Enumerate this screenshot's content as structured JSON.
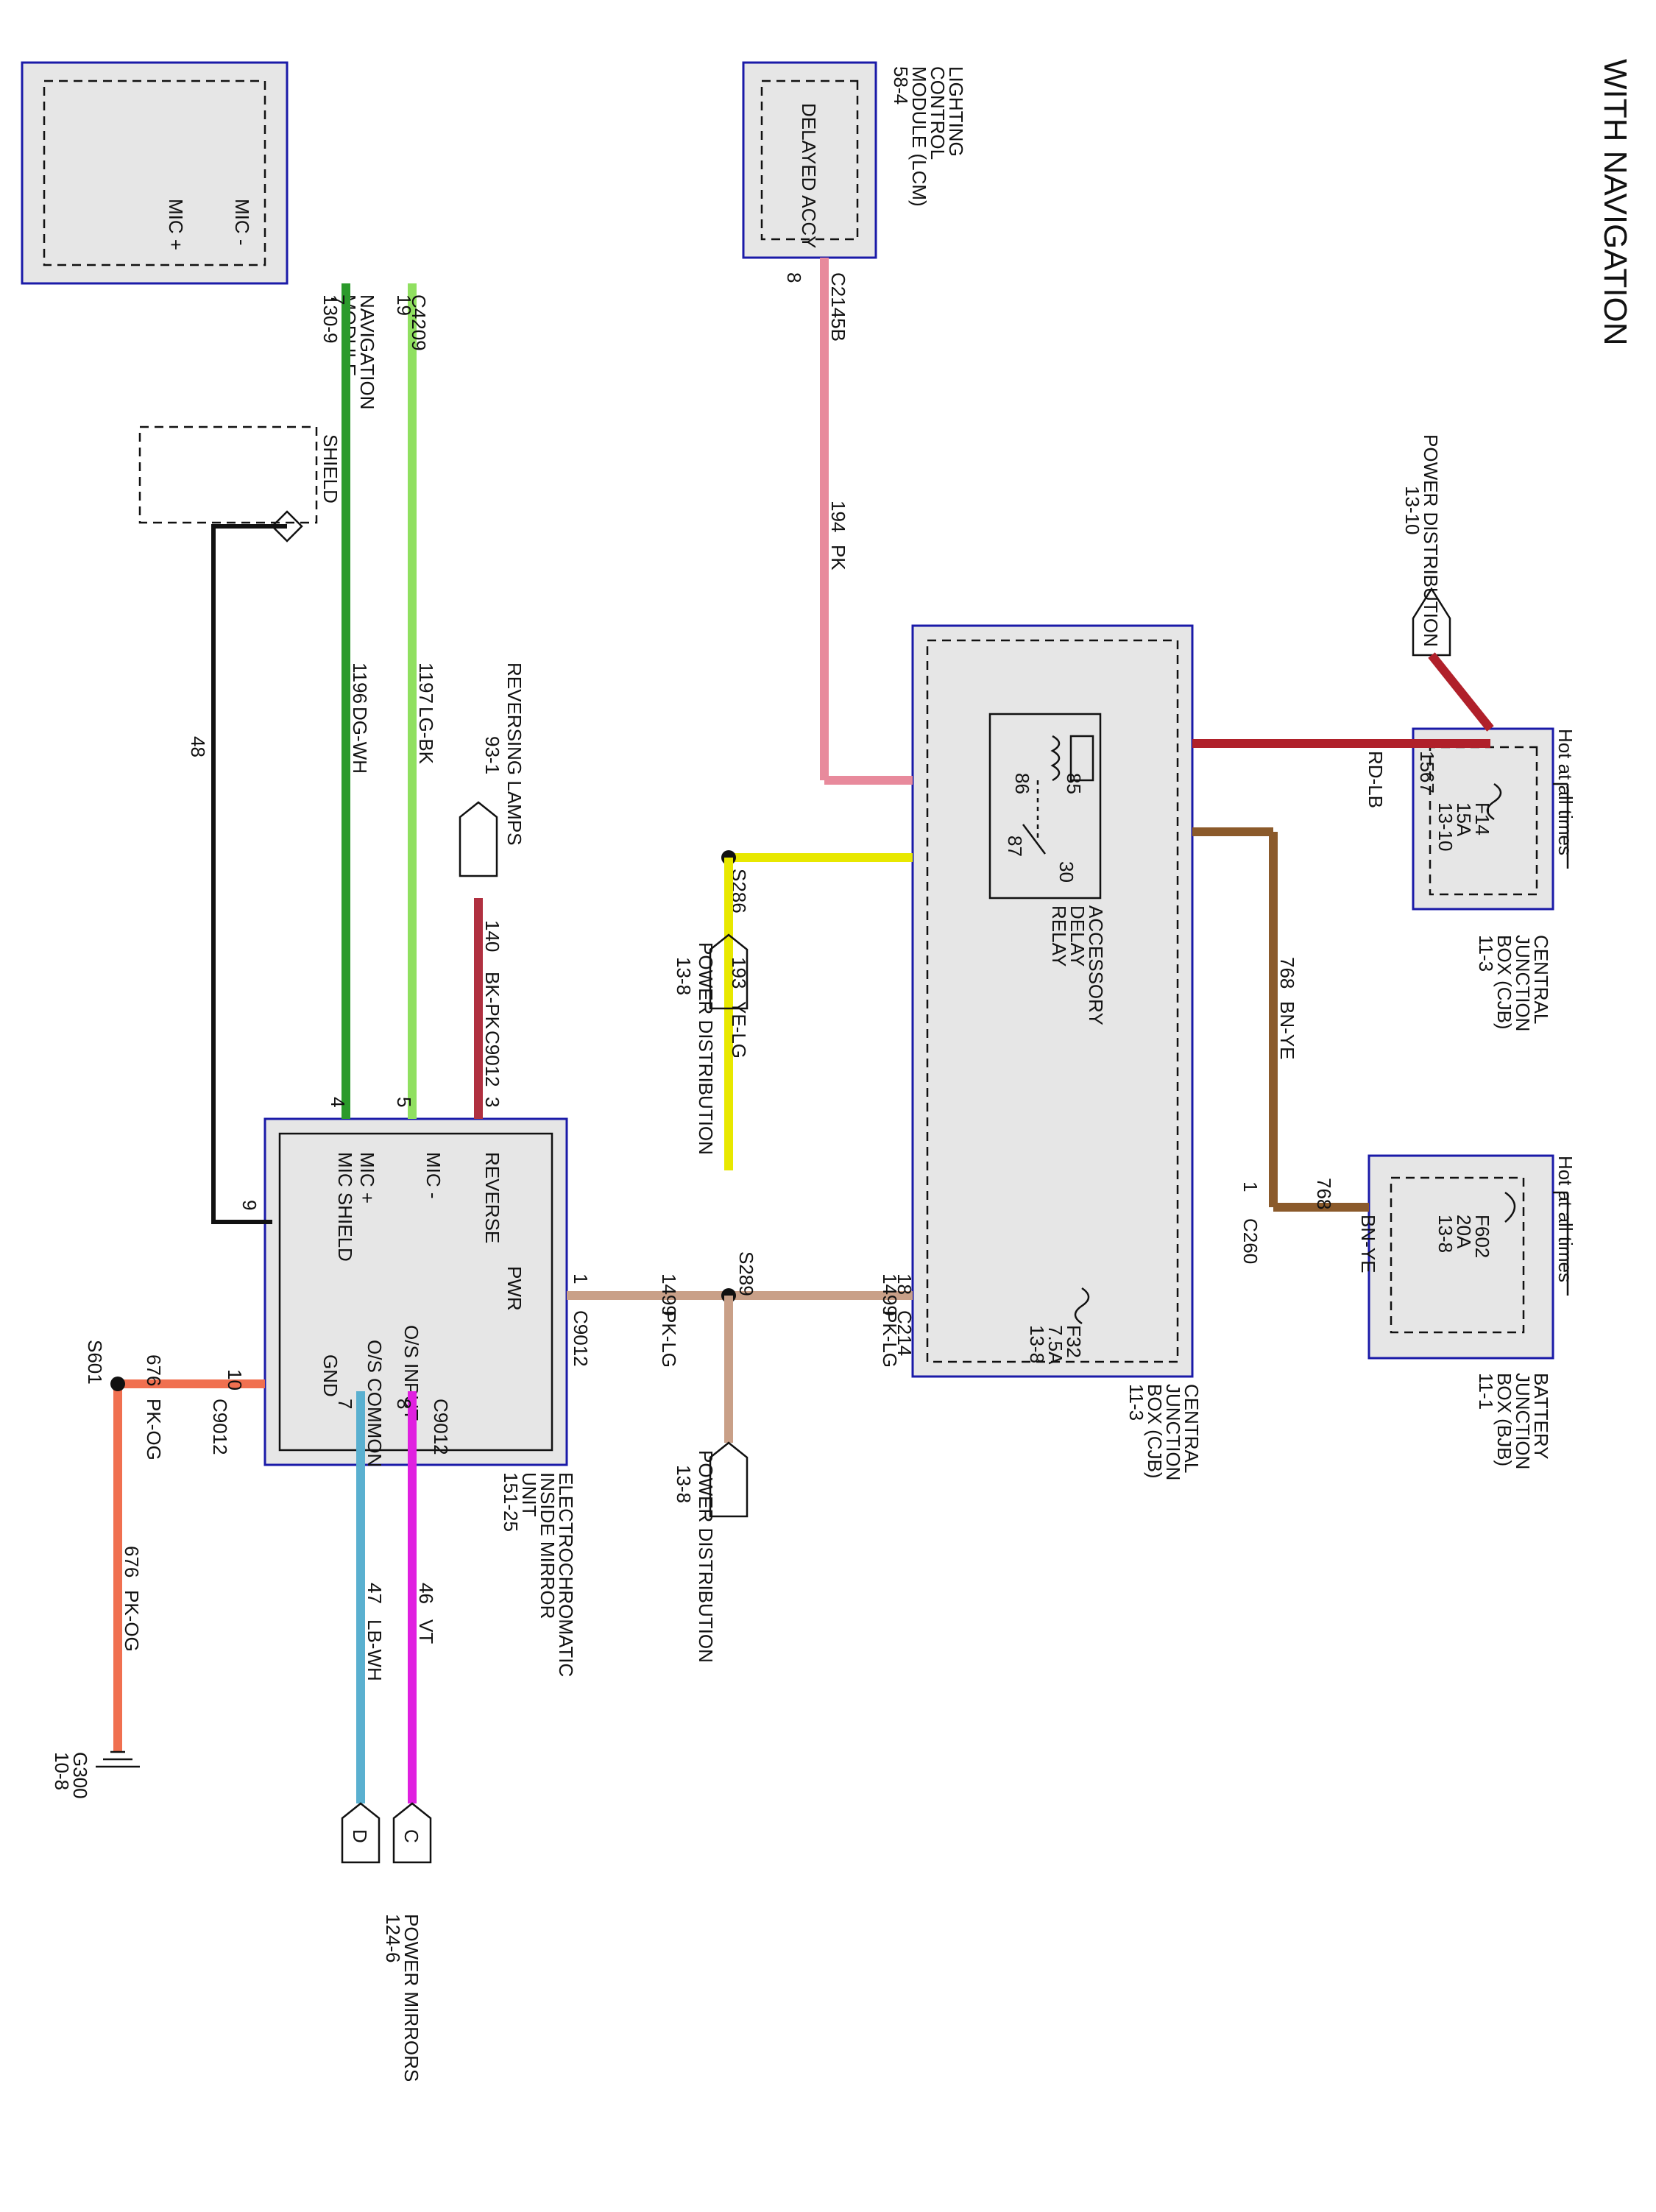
{
  "title": "WITH NAVIGATION",
  "modules": {
    "cjb_top": {
      "name": [
        "CENTRAL",
        "JUNCTION",
        "BOX (CJB)",
        "11-3"
      ],
      "hot": "Hot at all times",
      "fuse": [
        "F14",
        "15A",
        "13-10"
      ]
    },
    "bjb": {
      "name": [
        "BATTERY",
        "JUNCTION",
        "BOX (BJB)",
        "11-1"
      ],
      "hot": "Hot at all times",
      "fuse": [
        "F602",
        "20A",
        "13-8"
      ]
    },
    "cjb_main": {
      "name": [
        "CENTRAL",
        "JUNCTION",
        "BOX (CJB)",
        "11-3"
      ],
      "relay": [
        "ACCESSORY",
        "DELAY",
        "RELAY"
      ],
      "pins": [
        "86",
        "85",
        "87",
        "30"
      ],
      "fuse": [
        "F32",
        "7.5A",
        "13-8"
      ]
    },
    "lcm": {
      "name": [
        "LIGHTING",
        "CONTROL",
        "MODULE (LCM)",
        "58-4"
      ],
      "pin": "DELAYED ACCY"
    },
    "nav": {
      "name": [
        "NAVIGATION",
        "MODULE",
        "130-9"
      ],
      "pins": [
        "MIC -",
        "MIC +"
      ]
    },
    "mirror": {
      "name": [
        "ELECTROCHROMATIC",
        "INSIDE MIRROR",
        "UNIT",
        "151-25"
      ],
      "pins": [
        "REVERSE",
        "MIC -",
        "MIC +",
        "MIC SHIELD",
        "PWR",
        "O/S INPUT",
        "O/S COMMON",
        "GND"
      ]
    }
  },
  "references": {
    "power_dist_top": [
      "POWER DISTRIBUTION",
      "13-10"
    ],
    "power_dist_1": [
      "POWER DISTRIBUTION",
      "13-8"
    ],
    "power_dist_2": [
      "POWER DISTRIBUTION",
      "13-8"
    ],
    "reversing": [
      "REVERSING LAMPS",
      "93-1"
    ],
    "power_mirrors": [
      "POWER MIRRORS",
      "124-6"
    ],
    "mirror_c": "C",
    "mirror_d": "D",
    "ground": [
      "G300",
      "10-8"
    ]
  },
  "shield": "SHIELD",
  "wires": {
    "w1567": {
      "circuit": "1567",
      "color": "RD-LB"
    },
    "w768a": {
      "circuit": "768",
      "color": "BN-YE"
    },
    "w768b": {
      "circuit": "768",
      "color": "BN-YE"
    },
    "w194": {
      "circuit": "194",
      "color": "PK"
    },
    "w193": {
      "circuit": "193",
      "color": "YE-LG"
    },
    "w1499a": {
      "circuit": "1499",
      "color": "PK-LG"
    },
    "w1499b": {
      "circuit": "1499",
      "color": "PK-LG"
    },
    "w140": {
      "circuit": "140",
      "color": "BK-PK"
    },
    "w1197": {
      "circuit": "1197",
      "color": "LG-BK"
    },
    "w1196": {
      "circuit": "1196",
      "color": "DG-WH"
    },
    "w48": {
      "circuit": "48"
    },
    "w676a": {
      "circuit": "676",
      "color": "PK-OG"
    },
    "w676b": {
      "circuit": "676",
      "color": "PK-OG"
    },
    "w46": {
      "circuit": "46",
      "color": "VT"
    },
    "w47": {
      "circuit": "47",
      "color": "LB-WH"
    }
  },
  "connectors": {
    "c260": {
      "id": "C260",
      "pin": "1"
    },
    "c2145b": {
      "id": "C2145B",
      "pin": "8"
    },
    "c214": {
      "id": "C214",
      "pin": "18"
    },
    "c4209": {
      "id": "C4209",
      "pin_a": "19",
      "pin_b": "7"
    },
    "c9012_rev": {
      "id": "C9012",
      "pin": "3"
    },
    "c9012_mic": {
      "pin_a": "5",
      "pin_b": "4"
    },
    "c9012_shield": {
      "pin": "9"
    },
    "c9012_pwr": {
      "id": "C9012",
      "pin": "1"
    },
    "c9012_gnd": {
      "id": "C9012",
      "pin": "10"
    },
    "c9012_os": {
      "id": "C9012",
      "pin_a": "8",
      "pin_b": "7"
    }
  },
  "splices": {
    "s286": "S286",
    "s289": "S289",
    "s601": "S601"
  },
  "colors": {
    "box_border": "#1a1aa8",
    "box_fill": "#e6e6e6",
    "pk": "#e88a9c",
    "rd": "#b0202a",
    "bn": "#8b5a2b",
    "ye": "#e8e800",
    "lg": "#90e060",
    "pk_lg": "#c9a088",
    "dg": "#2b9a2b",
    "og": "#f07050",
    "vt": "#e020e0",
    "lb": "#5ab0d0"
  }
}
